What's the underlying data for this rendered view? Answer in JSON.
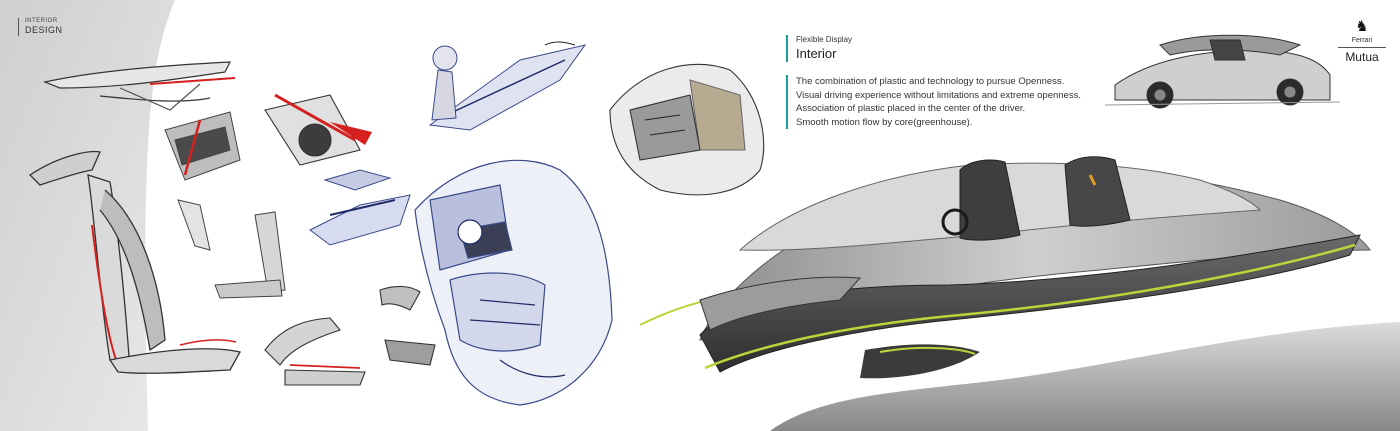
{
  "section": {
    "small": "INTERIOR",
    "big": "DESIGN"
  },
  "header": {
    "subtitle": "Flexible Display",
    "title": "Interior"
  },
  "description": [
    "The combination of plastic and technology to pursue Openness.",
    "Visual driving experience without limitations and extreme openness.",
    "Association of plastic placed in the center of the driver.",
    "Smooth motion flow by core(greenhouse)."
  ],
  "brand": {
    "name": "Ferrari",
    "model": "Mutua",
    "logo_icon": "prancing-horse-icon"
  },
  "colors": {
    "accent_teal": "#1f9e95",
    "accent_red": "#d62020",
    "accent_lime": "#b7d63a",
    "sketch_blue": "#3a4a8a"
  }
}
